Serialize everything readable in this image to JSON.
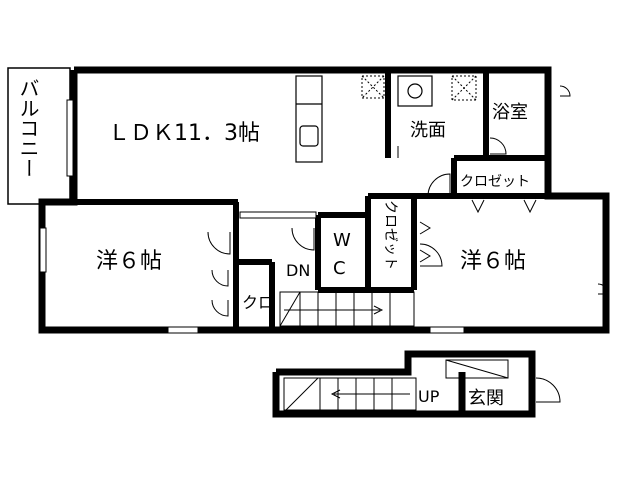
{
  "floorplan": {
    "rooms": {
      "ldk": "ＬＤＫ11．3帖",
      "balcony": "バルコニー",
      "washroom": "洗面",
      "bathroom": "浴室",
      "closet_top": "クロゼット",
      "closet_middle": "クロゼット",
      "western_left": "洋６帖",
      "western_right": "洋６帖",
      "closet_small": "クロ",
      "wc_w": "W",
      "wc_c": "C",
      "stairs_down": "DN",
      "stairs_up": "UP",
      "entrance": "玄関"
    }
  }
}
